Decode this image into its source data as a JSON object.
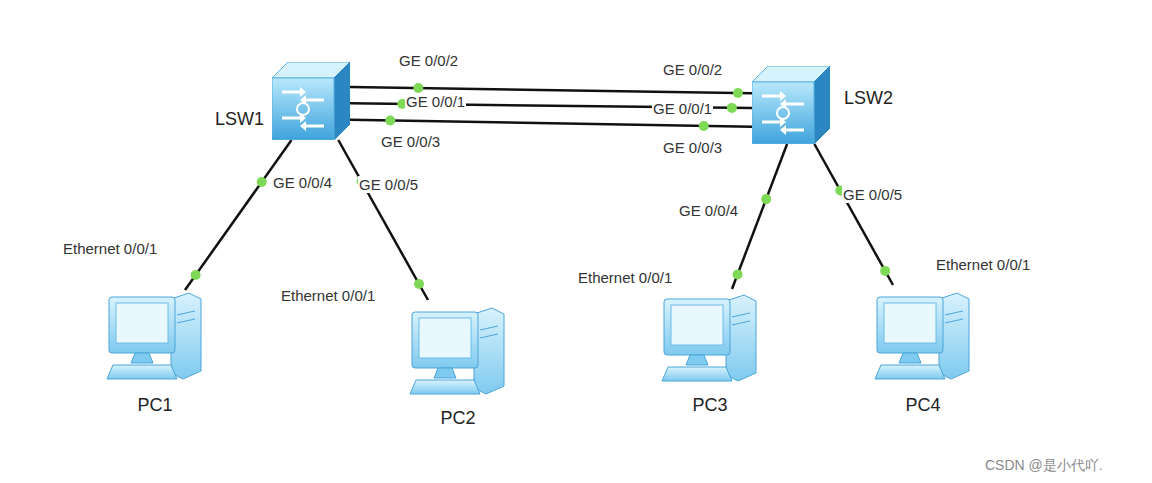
{
  "diagram": {
    "nodes": [
      {
        "text": [
          "LSW1"
        ]
      },
      {
        "text": [
          "LSW2"
        ]
      },
      {
        "text": [
          "PC1"
        ]
      },
      {
        "text": [
          "PC2"
        ]
      },
      {
        "text": [
          "PC3"
        ]
      },
      {
        "text": [
          "PC4"
        ]
      }
    ],
    "edges": [
      {
        "from": 0,
        "to": 1,
        "arrow": "none"
      },
      {
        "from": 0,
        "to": 1,
        "arrow": "none"
      },
      {
        "from": 0,
        "to": 1,
        "arrow": "none"
      },
      {
        "from": 0,
        "to": 2,
        "arrow": "none"
      },
      {
        "from": 0,
        "to": 3,
        "arrow": "none"
      },
      {
        "from": 1,
        "to": 4,
        "arrow": "none"
      },
      {
        "from": 1,
        "to": 5,
        "arrow": "none"
      }
    ],
    "labels": [
      "GE 0/0/2",
      "GE 0/0/1",
      "GE 0/0/3",
      "GE 0/0/2",
      "GE 0/0/1",
      "GE 0/0/3",
      "GE 0/0/4",
      "GE 0/0/5",
      "GE 0/0/4",
      "GE 0/0/5",
      "Ethernet 0/0/1",
      "Ethernet 0/0/1",
      "Ethernet 0/0/1",
      "Ethernet 0/0/1",
      "CSDN @是小代吖."
    ]
  }
}
